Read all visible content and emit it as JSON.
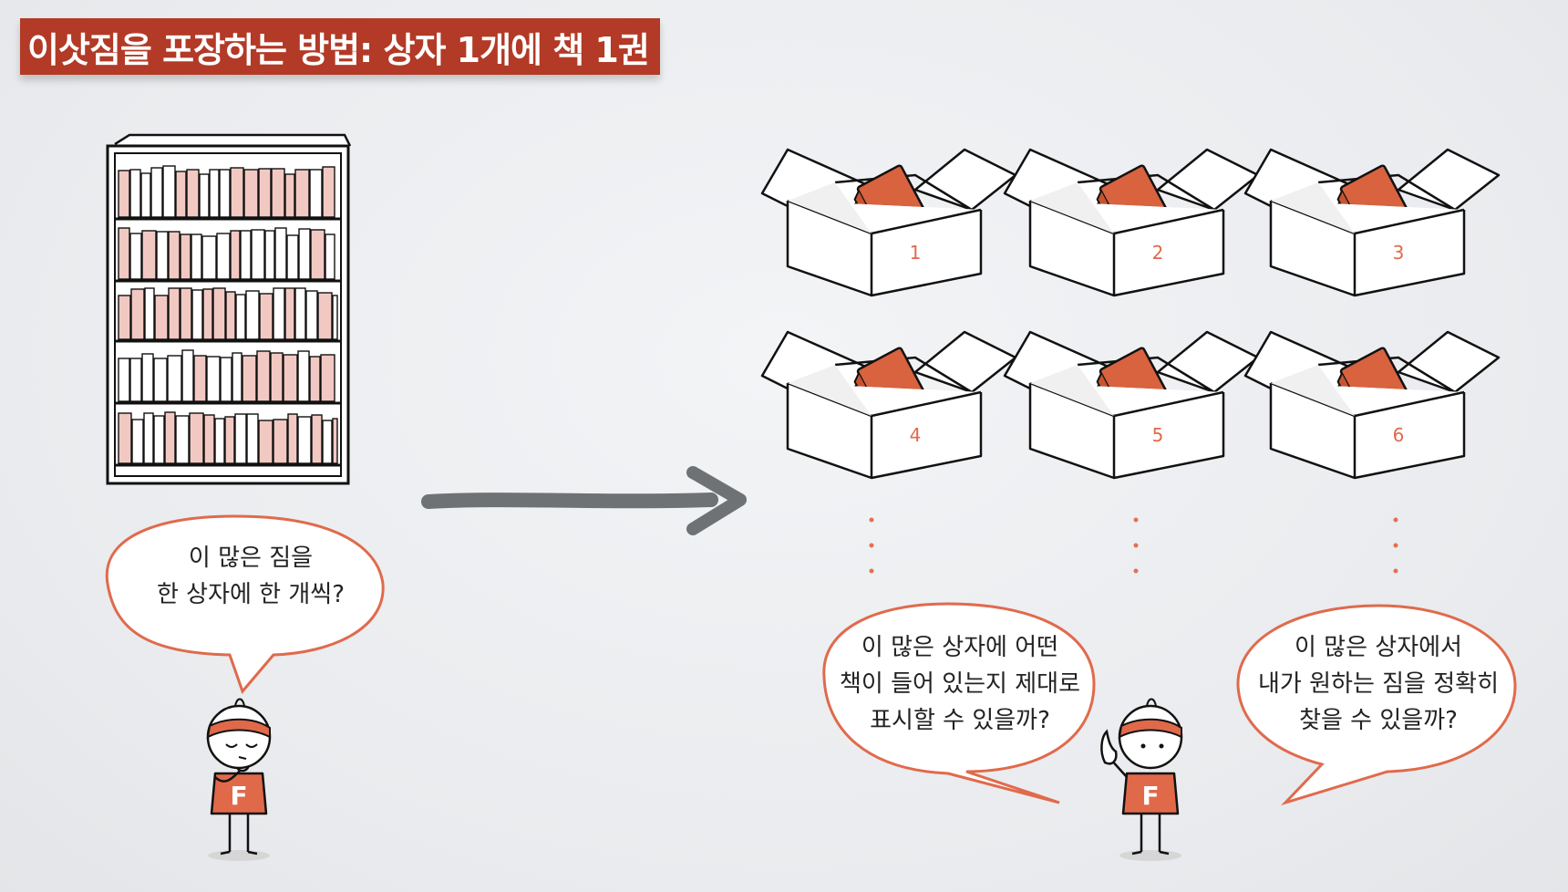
{
  "title": "이삿짐을 포장하는 방법: 상자 1개에 책 1권",
  "colors": {
    "banner": "#b23a26",
    "accent": "#e0694a",
    "book": "#d9623f",
    "book_spine_pink": "#f2c9c2",
    "arrow": "#6f7275",
    "bubble_stroke": "#e06a4c"
  },
  "boxes": [
    {
      "label": "1"
    },
    {
      "label": "2"
    },
    {
      "label": "3"
    },
    {
      "label": "4"
    },
    {
      "label": "5"
    },
    {
      "label": "6"
    }
  ],
  "bubbles": {
    "left": [
      "이 많은 짐을",
      "한 상자에 한 개씩?"
    ],
    "middle": [
      "이 많은 상자에 어떤",
      "책이 들어 있는지 제대로",
      "표시할 수 있을까?"
    ],
    "right": [
      "이 많은 상자에서",
      "내가 원하는 짐을 정확히",
      "찾을 수 있을까?"
    ]
  },
  "shirt_letter": "F"
}
